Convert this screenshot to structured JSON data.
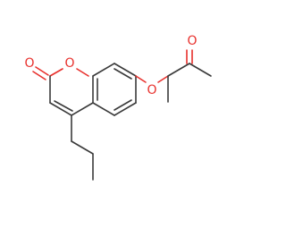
{
  "molecule": {
    "atom_labels": {
      "carbonyl_oxygen": "O",
      "ring_oxygen": "O",
      "ether_oxygen": "O",
      "ketone_oxygen": "O"
    },
    "colors": {
      "bond": "#3a3a3a",
      "oxygen": "#e8302c",
      "background": "#ffffff"
    }
  }
}
